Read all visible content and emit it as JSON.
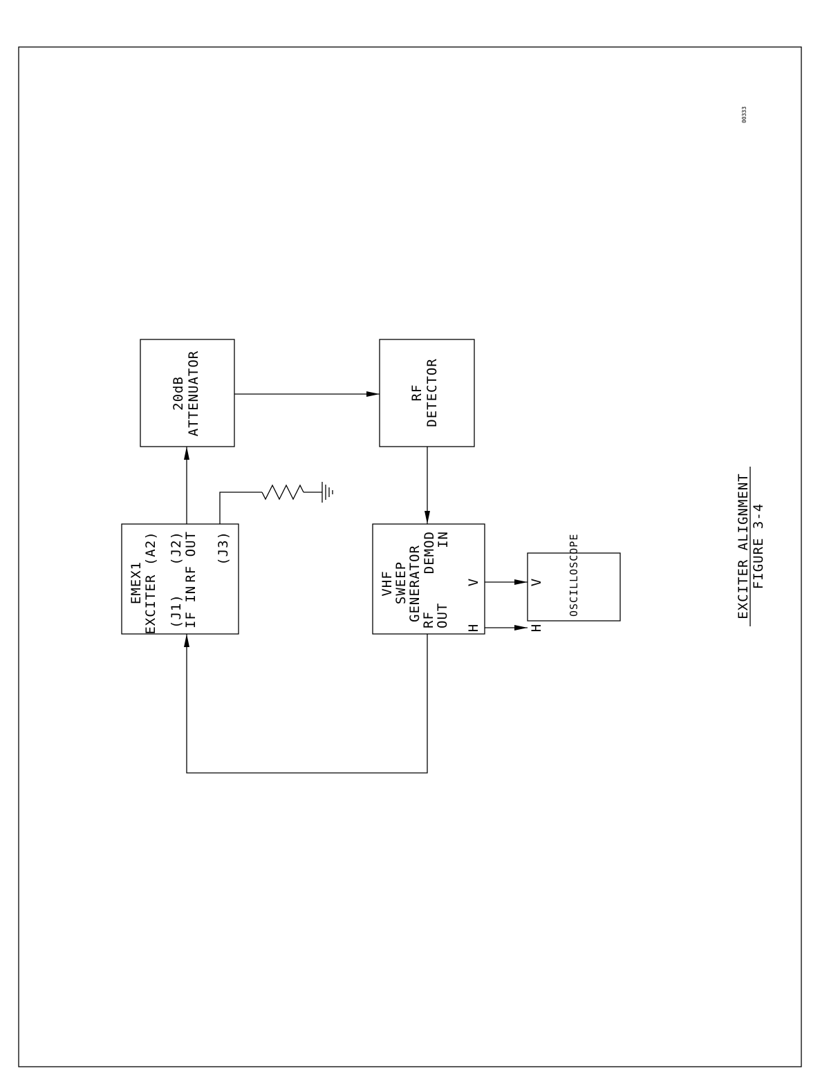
{
  "figure": {
    "code": "00333",
    "caption_title": "EXCITER ALIGNMENT",
    "caption_sub": "FIGURE 3-4"
  },
  "blocks": {
    "exciter": {
      "line1": "EMEX1",
      "line2": "EXCITER (A2)",
      "j1": "(J1)",
      "if_in": "IF IN",
      "rf_out": "RF OUT",
      "j2": "(J2)",
      "j3": "(J3)"
    },
    "attenuator": {
      "line1": "20dB",
      "line2": "ATTENUATOR"
    },
    "detector": {
      "line1": "RF",
      "line2": "DETECTOR"
    },
    "sweep": {
      "line1": "VHF",
      "line2": "SWEEP",
      "line3": "GENERATOR",
      "rf": "RF",
      "out": "OUT",
      "h": "H",
      "v": "V",
      "demod": "DEMOD",
      "in": "IN"
    },
    "scope": {
      "label": "OSCILLOSCOPE",
      "h": "H",
      "v": "V"
    }
  }
}
